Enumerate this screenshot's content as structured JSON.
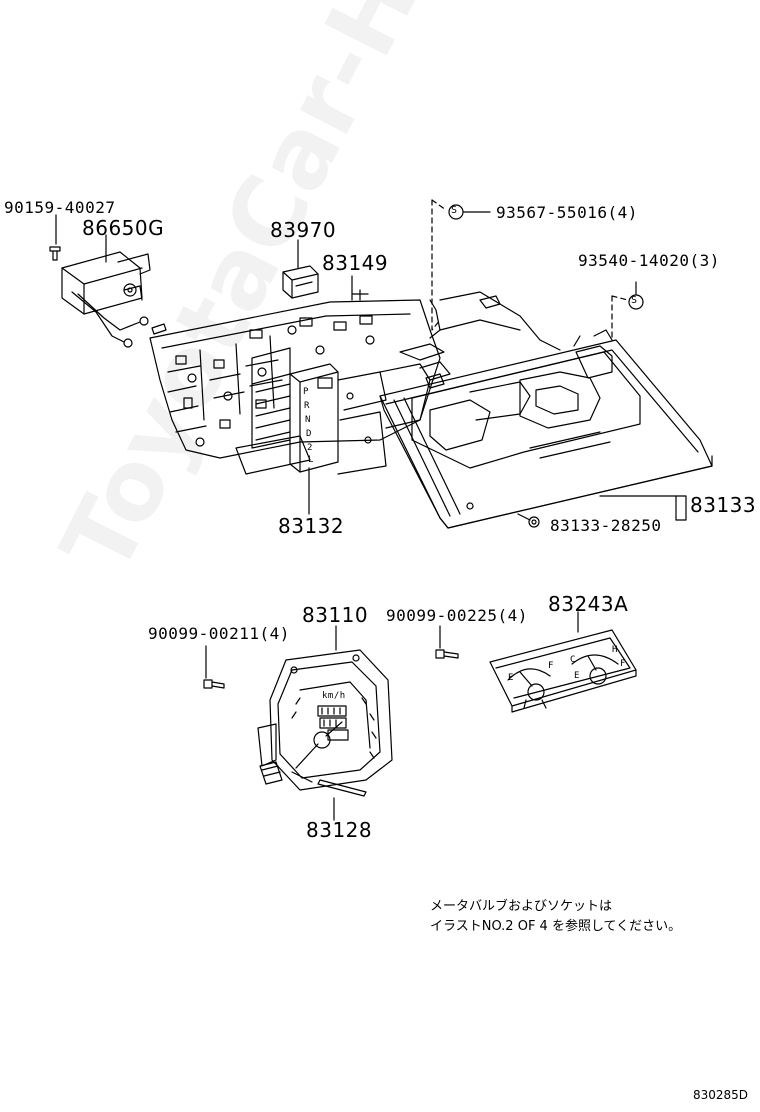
{
  "labels": {
    "p90159": "90159-40027",
    "p86650g": "86650G",
    "p83970": "83970",
    "p83149": "83149",
    "p93567": "93567-55016(4)",
    "p93540": "93540-14020(3)",
    "p83132": "83132",
    "p83133": "83133",
    "p83133_28250": "83133-28250",
    "p90099_211": "90099-00211(4)",
    "p83110": "83110",
    "p90099_225": "90099-00225(4)",
    "p83243a": "83243A",
    "p83128": "83128"
  },
  "symbols": {
    "s_mark": "S",
    "prndl": [
      "P",
      "R",
      "N",
      "D",
      "2",
      "L"
    ],
    "speed_unit": "km/h",
    "gauge_e1": "E",
    "gauge_f1": "F",
    "gauge_c": "C",
    "gauge_h": "H",
    "gauge_e2": "E",
    "gauge_f2": "F"
  },
  "note": {
    "line1": "メータバルブおよびソケットは",
    "line2": "イラストNO.2 OF 4 を参照してください。"
  },
  "diagram_code": "830285D",
  "watermark": "ToyotaCar-Hire.ru"
}
